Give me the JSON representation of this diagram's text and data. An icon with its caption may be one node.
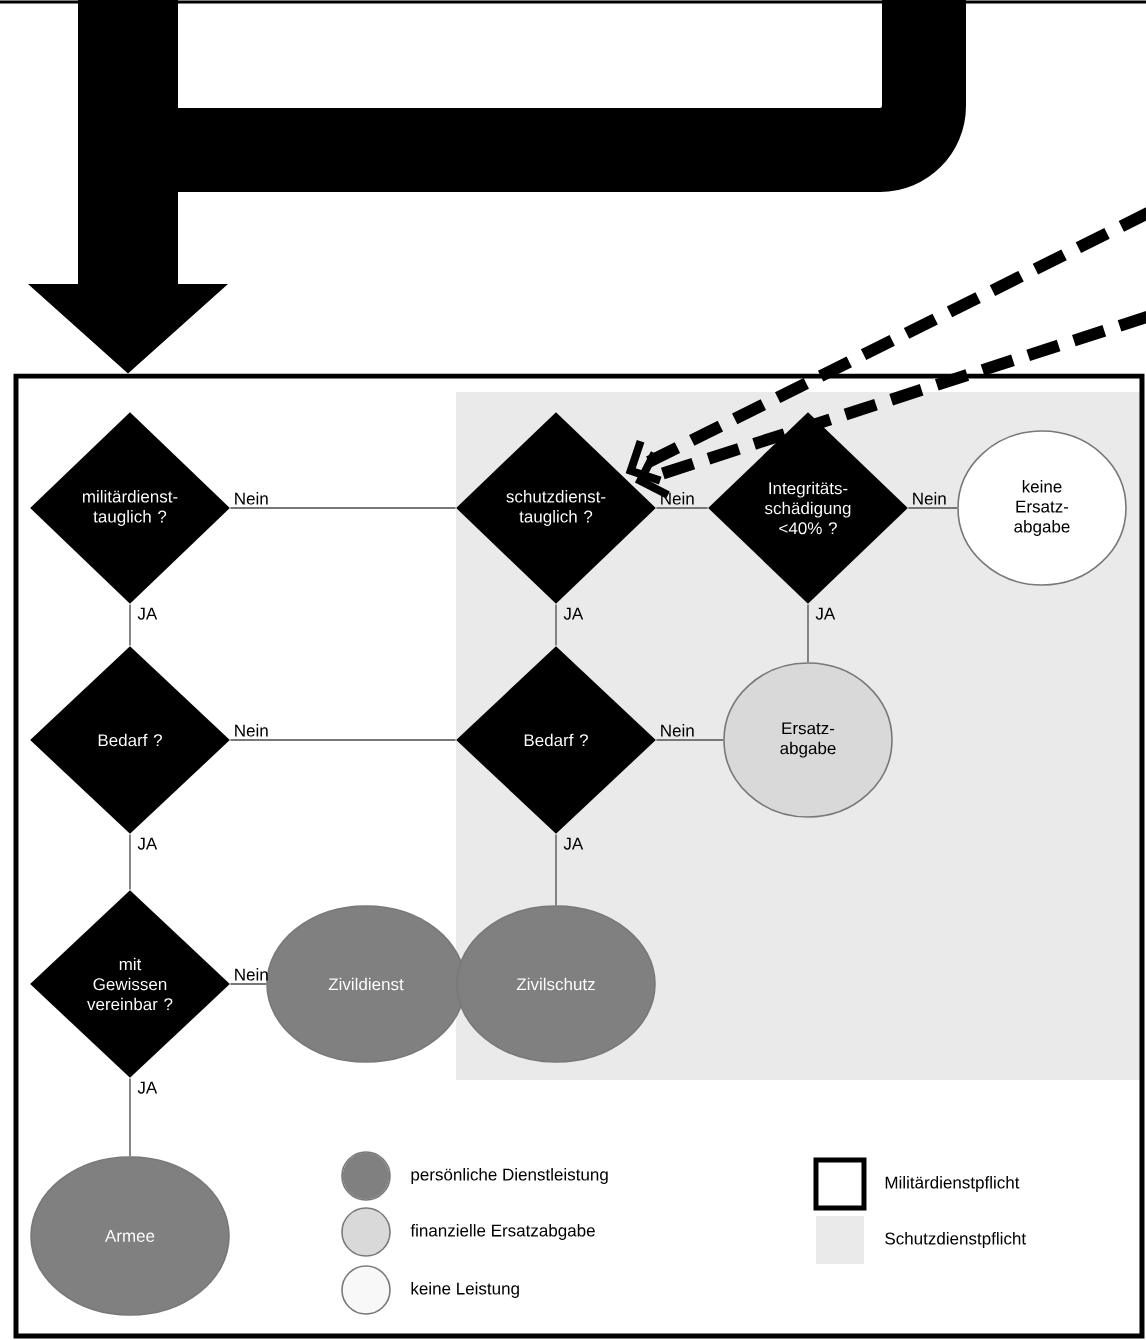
{
  "diagram": {
    "nodes": [
      {
        "text": [],
        "shape": "box"
      },
      {
        "text": [
          "militärdienst- tauglich ?"
        ],
        "in": 0
      },
      {
        "text": [
          "schutzdienst- tauglich ?"
        ],
        "in": 0
      },
      {
        "text": [
          "Integritäts- schädigung <40% ?"
        ],
        "in": 0
      },
      {
        "text": [
          "keine Ersatz- abgabe"
        ],
        "in": 0
      },
      {
        "text": [
          "Bedarf ?"
        ],
        "in": 0
      },
      {
        "text": [
          "Bedarf ?"
        ],
        "in": 0
      },
      {
        "text": [
          "Ersatz- abgabe"
        ],
        "in": 0
      },
      {
        "text": [
          "mit Gewissen vereinbar ?"
        ],
        "in": 0
      },
      {
        "text": [
          "Zivildienst"
        ],
        "in": 0
      },
      {
        "text": [
          "Zivilschutz"
        ],
        "in": 0
      },
      {
        "text": [
          "Armee"
        ],
        "in": 0
      }
    ],
    "edges": [
      {
        "from": null,
        "to": 0,
        "arrow": "to",
        "style": "thick",
        "color": "#000000"
      },
      {
        "from": null,
        "to": 2,
        "arrow": "to",
        "style": "dashed",
        "color": "#000000"
      },
      {
        "from": null,
        "to": 2,
        "arrow": "to",
        "style": "dashed",
        "color": "#000000"
      },
      {
        "from": 1,
        "to": 2,
        "arrow": "none",
        "label": "Nein"
      },
      {
        "from": 2,
        "to": 3,
        "arrow": "none",
        "label": "Nein"
      },
      {
        "from": 3,
        "to": 4,
        "arrow": "none",
        "label": "Nein"
      },
      {
        "from": 1,
        "to": 5,
        "arrow": "none",
        "label": "JA"
      },
      {
        "from": 2,
        "to": 6,
        "arrow": "none",
        "label": "JA"
      },
      {
        "from": 3,
        "to": 7,
        "arrow": "none",
        "label": "JA"
      },
      {
        "from": 5,
        "to": 6,
        "arrow": "none",
        "label": "Nein"
      },
      {
        "from": 6,
        "to": 7,
        "arrow": "none",
        "label": "Nein"
      },
      {
        "from": 5,
        "to": 8,
        "arrow": "none",
        "label": "JA"
      },
      {
        "from": 6,
        "to": 10,
        "arrow": "none",
        "label": "JA"
      },
      {
        "from": 8,
        "to": 9,
        "arrow": "none",
        "label": "Nein"
      },
      {
        "from": 8,
        "to": 11,
        "arrow": "none",
        "label": "JA"
      }
    ],
    "legend": [
      {
        "text": "persönliche Dienstleistung",
        "color": "#808080"
      },
      {
        "text": "finanzielle Ersatzabgabe",
        "color": "#d9d9d9"
      },
      {
        "text": "keine Leistung",
        "color": "#f8f8f8"
      },
      {
        "text": "Militärdienstpflicht"
      },
      {
        "text": "Schutzdienstpflicht"
      }
    ]
  }
}
